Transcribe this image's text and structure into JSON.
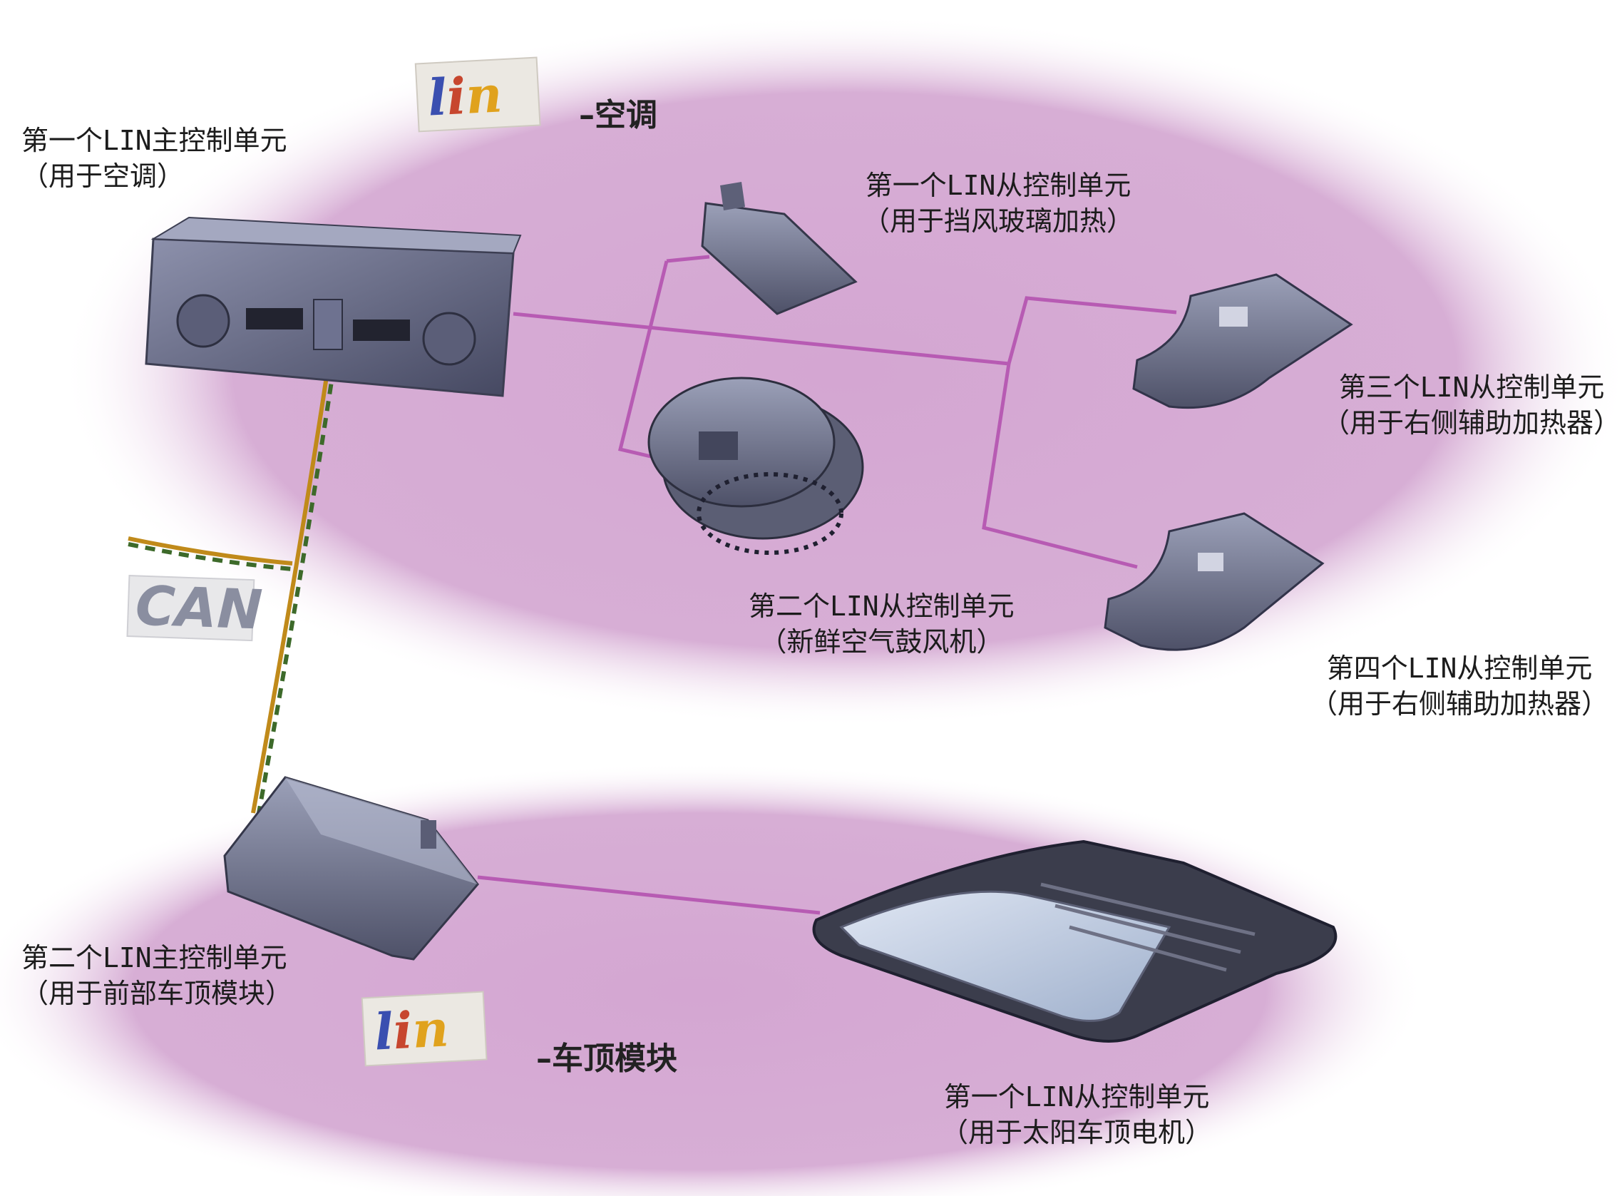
{
  "protocol_logo": {
    "text": "lin",
    "letter_colors": [
      "#3a4fb0",
      "#c7462e",
      "#e0a21d"
    ]
  },
  "bus_label": "CAN",
  "zones": {
    "climate": {
      "label": "–空调",
      "background": "#d4a6d2"
    },
    "roof": {
      "label": "–车顶模块",
      "background": "#d4a6d2"
    }
  },
  "units": {
    "master_1": {
      "line1": "第一个LIN主控制单元",
      "line2": "（用于空调）"
    },
    "slave_1": {
      "line1": "第一个LIN从控制单元",
      "line2": "（用于挡风玻璃加热）"
    },
    "slave_2": {
      "line1": "第二个LIN从控制单元",
      "line2": "（新鲜空气鼓风机）"
    },
    "slave_3": {
      "line1": "第三个LIN从控制单元",
      "line2": "（用于右侧辅助加热器）"
    },
    "slave_4": {
      "line1": "第四个LIN从控制单元",
      "line2": "（用于右侧辅助加热器）"
    },
    "master_2": {
      "line1": "第二个LIN主控制单元",
      "line2": "（用于前部车顶模块）"
    },
    "roof_slave_1": {
      "line1": "第一个LIN从控制单元",
      "line2": "（用于太阳车顶电机）"
    }
  },
  "colors": {
    "lin_wire": "#b75bb3",
    "can_wire_a": "#c08a1a",
    "can_wire_b": "#3d6a2a",
    "device": "#676b85"
  }
}
